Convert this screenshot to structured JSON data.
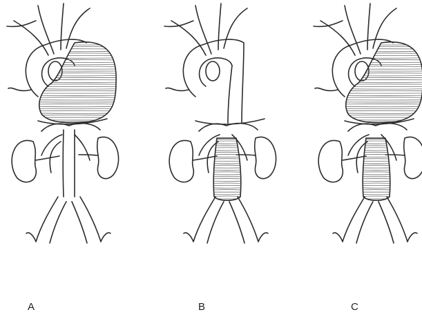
{
  "panels": [
    {
      "label": "A",
      "aneurysm_thoracic": true,
      "aneurysm_abdominal": false
    },
    {
      "label": "B",
      "aneurysm_thoracic": false,
      "aneurysm_abdominal": true
    },
    {
      "label": "C",
      "aneurysm_thoracic": true,
      "aneurysm_abdominal": true
    }
  ],
  "colors": {
    "ink": "#2b2b2b",
    "hatch": "#6d6d6d"
  }
}
